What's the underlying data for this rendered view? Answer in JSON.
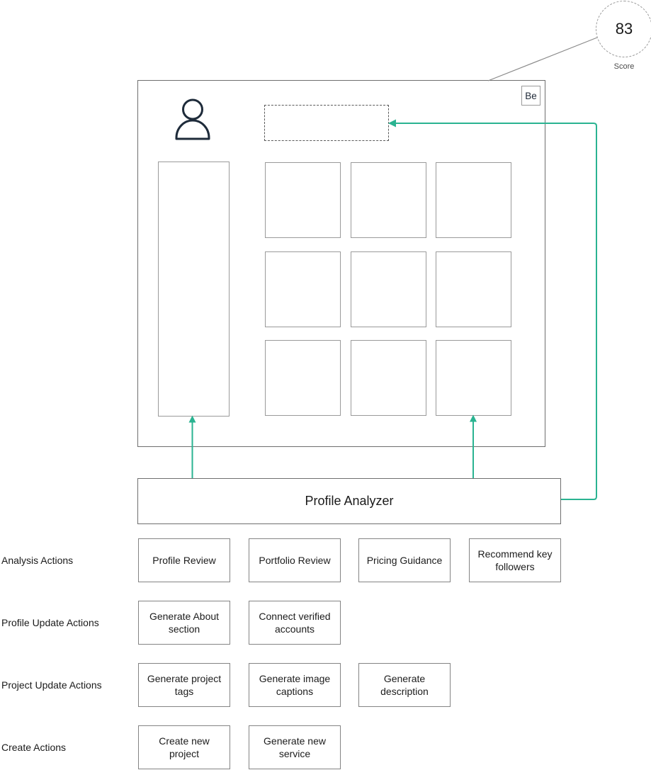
{
  "score": {
    "value": "83",
    "label": "Score"
  },
  "profile_card": {
    "brand_badge": "Be"
  },
  "analyzer": {
    "label": "Profile Analyzer"
  },
  "rows": [
    {
      "label": "Analysis Actions",
      "actions": [
        "Profile Review",
        "Portfolio Review",
        "Pricing Guidance",
        "Recommend key followers"
      ]
    },
    {
      "label": "Profile Update Actions",
      "actions": [
        "Generate About section",
        "Connect verified accounts"
      ]
    },
    {
      "label": "Project Update Actions",
      "actions": [
        "Generate project tags",
        "Generate image captions",
        "Generate description"
      ]
    },
    {
      "label": "Create Actions",
      "actions": [
        "Create new project",
        "Generate new service"
      ]
    }
  ],
  "icons": {
    "avatar": "person-icon",
    "badge": "behance-icon"
  },
  "colors": {
    "accent": "#2ab391",
    "connector_gray": "#8a8a8a",
    "icon_navy": "#1e2b3a",
    "border_dark": "#6e6e6e",
    "border_gray": "#9a9a9a"
  }
}
